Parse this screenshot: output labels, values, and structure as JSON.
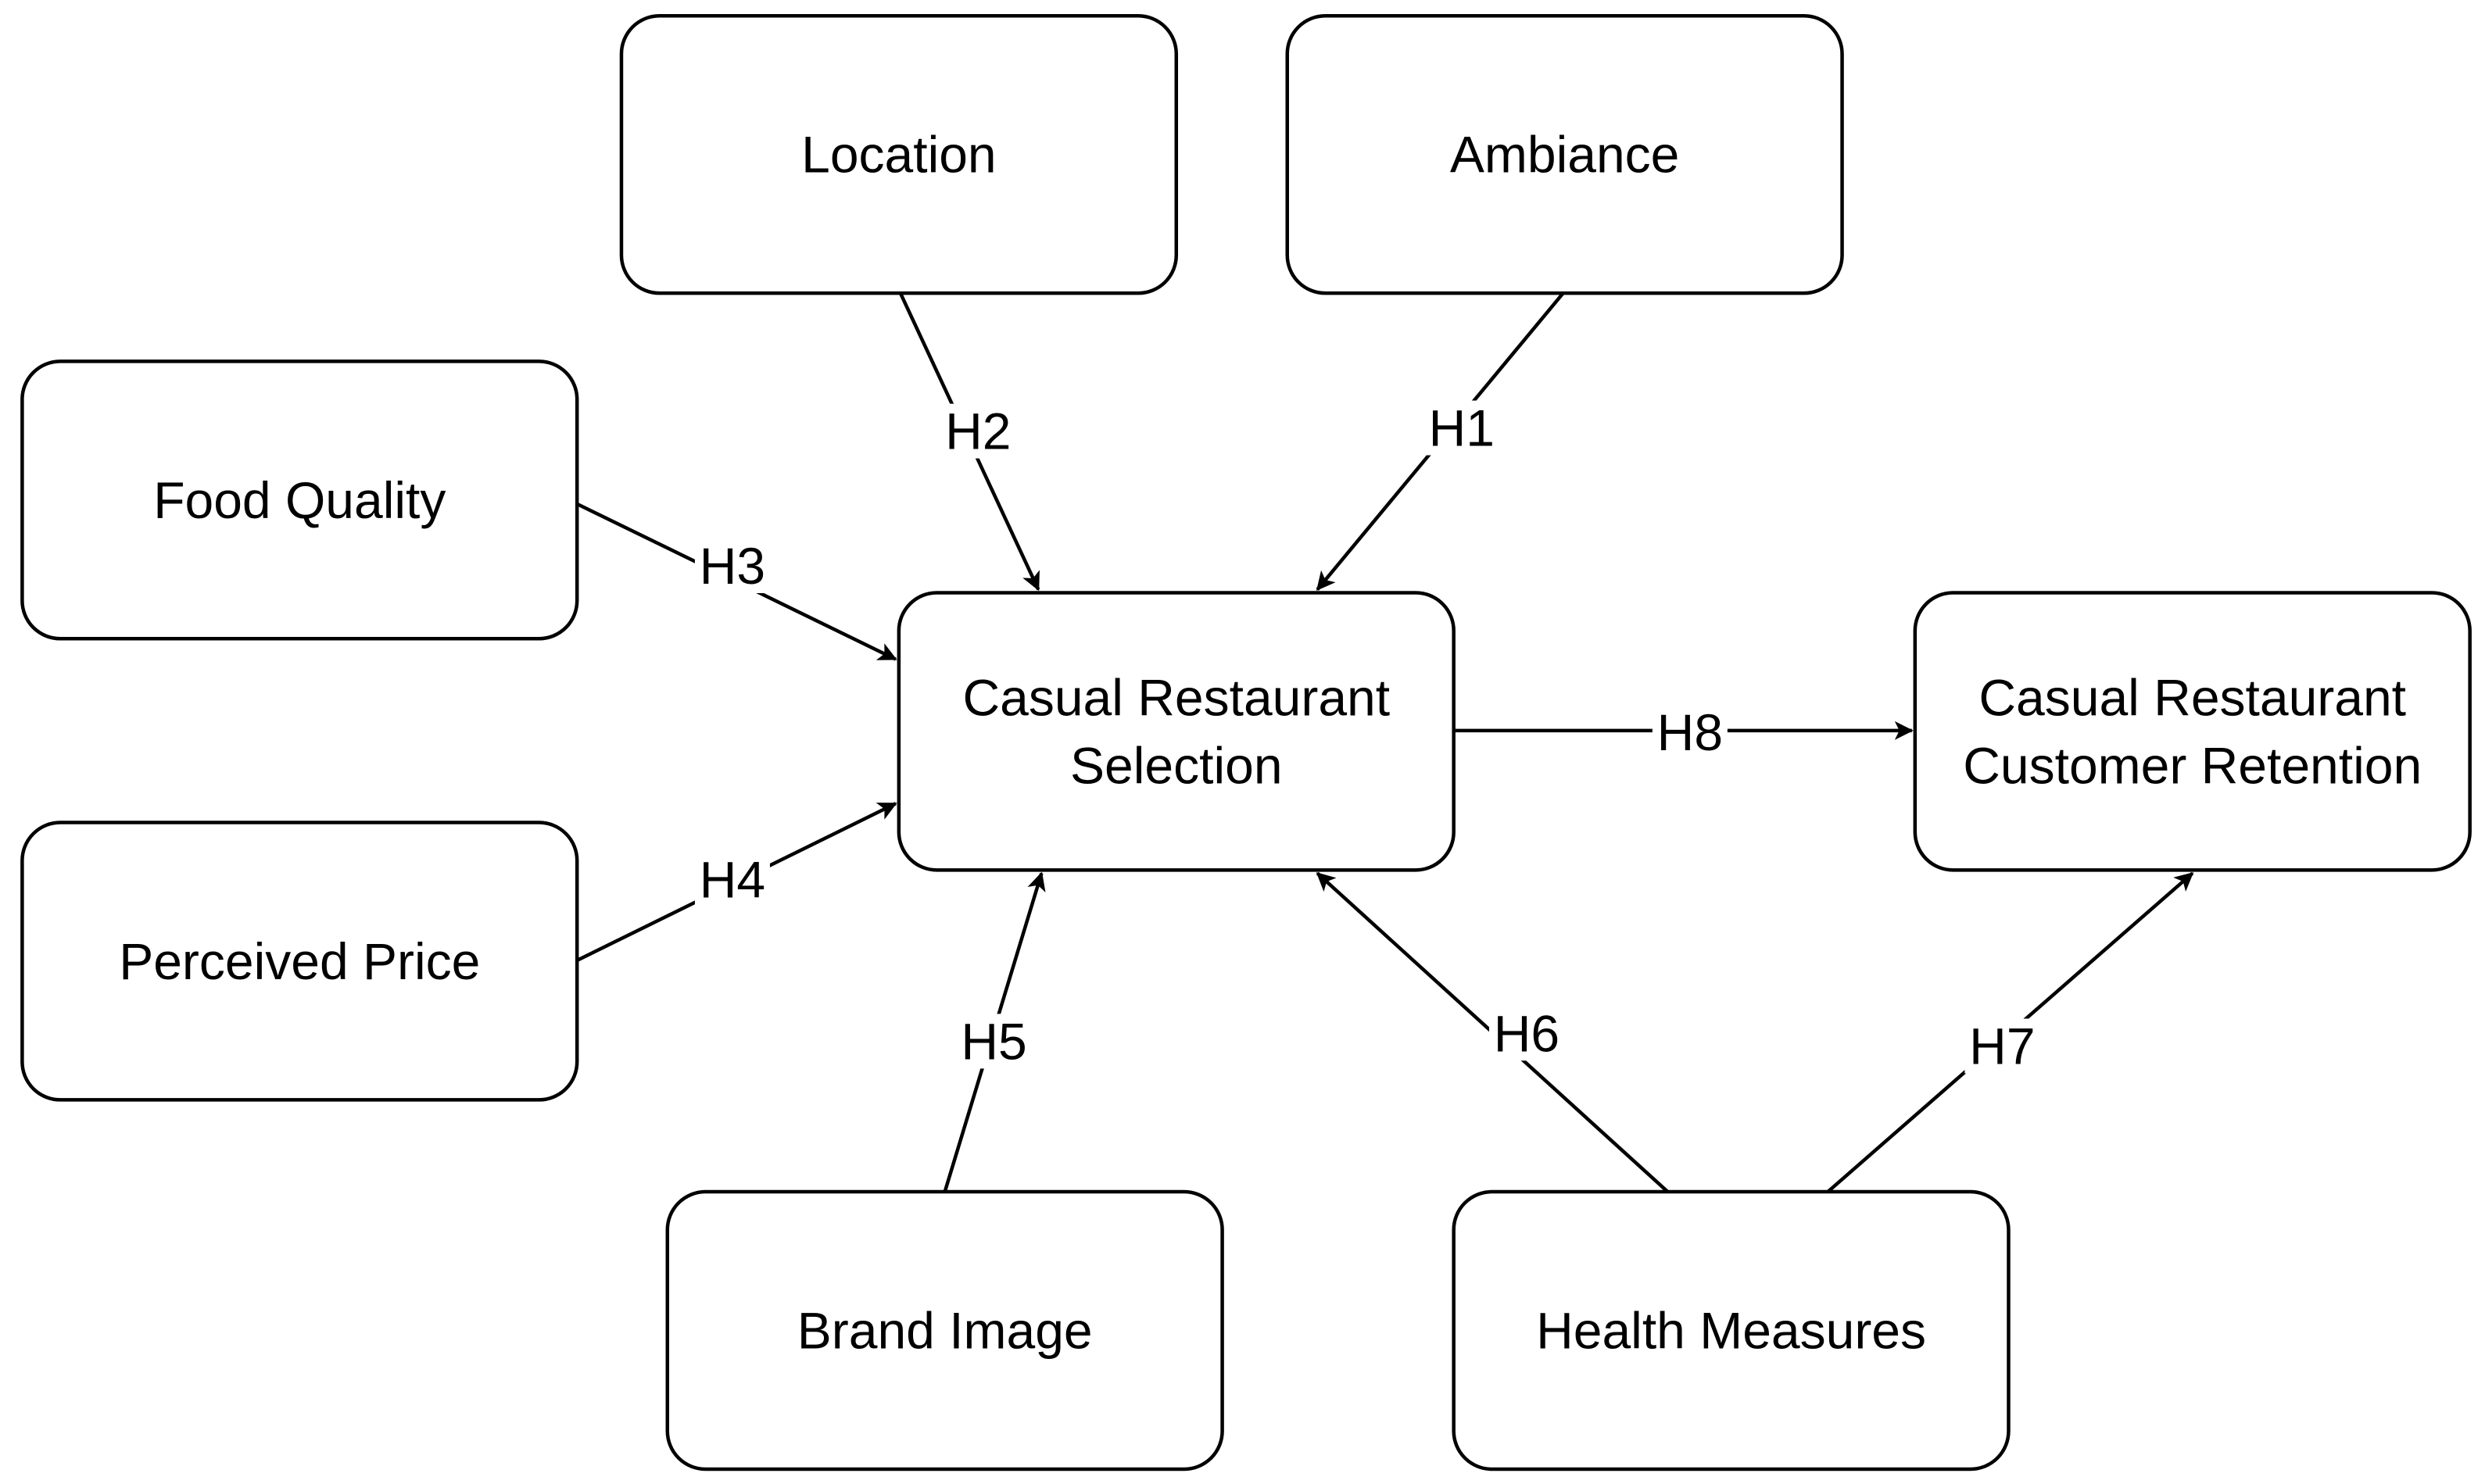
{
  "nodes": {
    "location": {
      "lines": [
        "Location"
      ]
    },
    "ambiance": {
      "lines": [
        "Ambiance"
      ]
    },
    "food_quality": {
      "lines": [
        "Food Quality"
      ]
    },
    "perceived_price": {
      "lines": [
        "Perceived Price"
      ]
    },
    "selection": {
      "lines": [
        "Casual Restaurant",
        "Selection"
      ]
    },
    "retention": {
      "lines": [
        "Casual Restaurant",
        "Customer Retention"
      ]
    },
    "brand_image": {
      "lines": [
        "Brand Image"
      ]
    },
    "health_measures": {
      "lines": [
        "Health Measures"
      ]
    }
  },
  "edges": [
    {
      "id": "h1",
      "label": "H1",
      "from": "ambiance",
      "to": "selection"
    },
    {
      "id": "h2",
      "label": "H2",
      "from": "location",
      "to": "selection"
    },
    {
      "id": "h3",
      "label": "H3",
      "from": "food_quality",
      "to": "selection"
    },
    {
      "id": "h4",
      "label": "H4",
      "from": "perceived_price",
      "to": "selection"
    },
    {
      "id": "h5",
      "label": "H5",
      "from": "brand_image",
      "to": "selection"
    },
    {
      "id": "h6",
      "label": "H6",
      "from": "health_measures",
      "to": "selection"
    },
    {
      "id": "h7",
      "label": "H7",
      "from": "health_measures",
      "to": "retention"
    },
    {
      "id": "h8",
      "label": "H8",
      "from": "selection",
      "to": "retention"
    }
  ]
}
